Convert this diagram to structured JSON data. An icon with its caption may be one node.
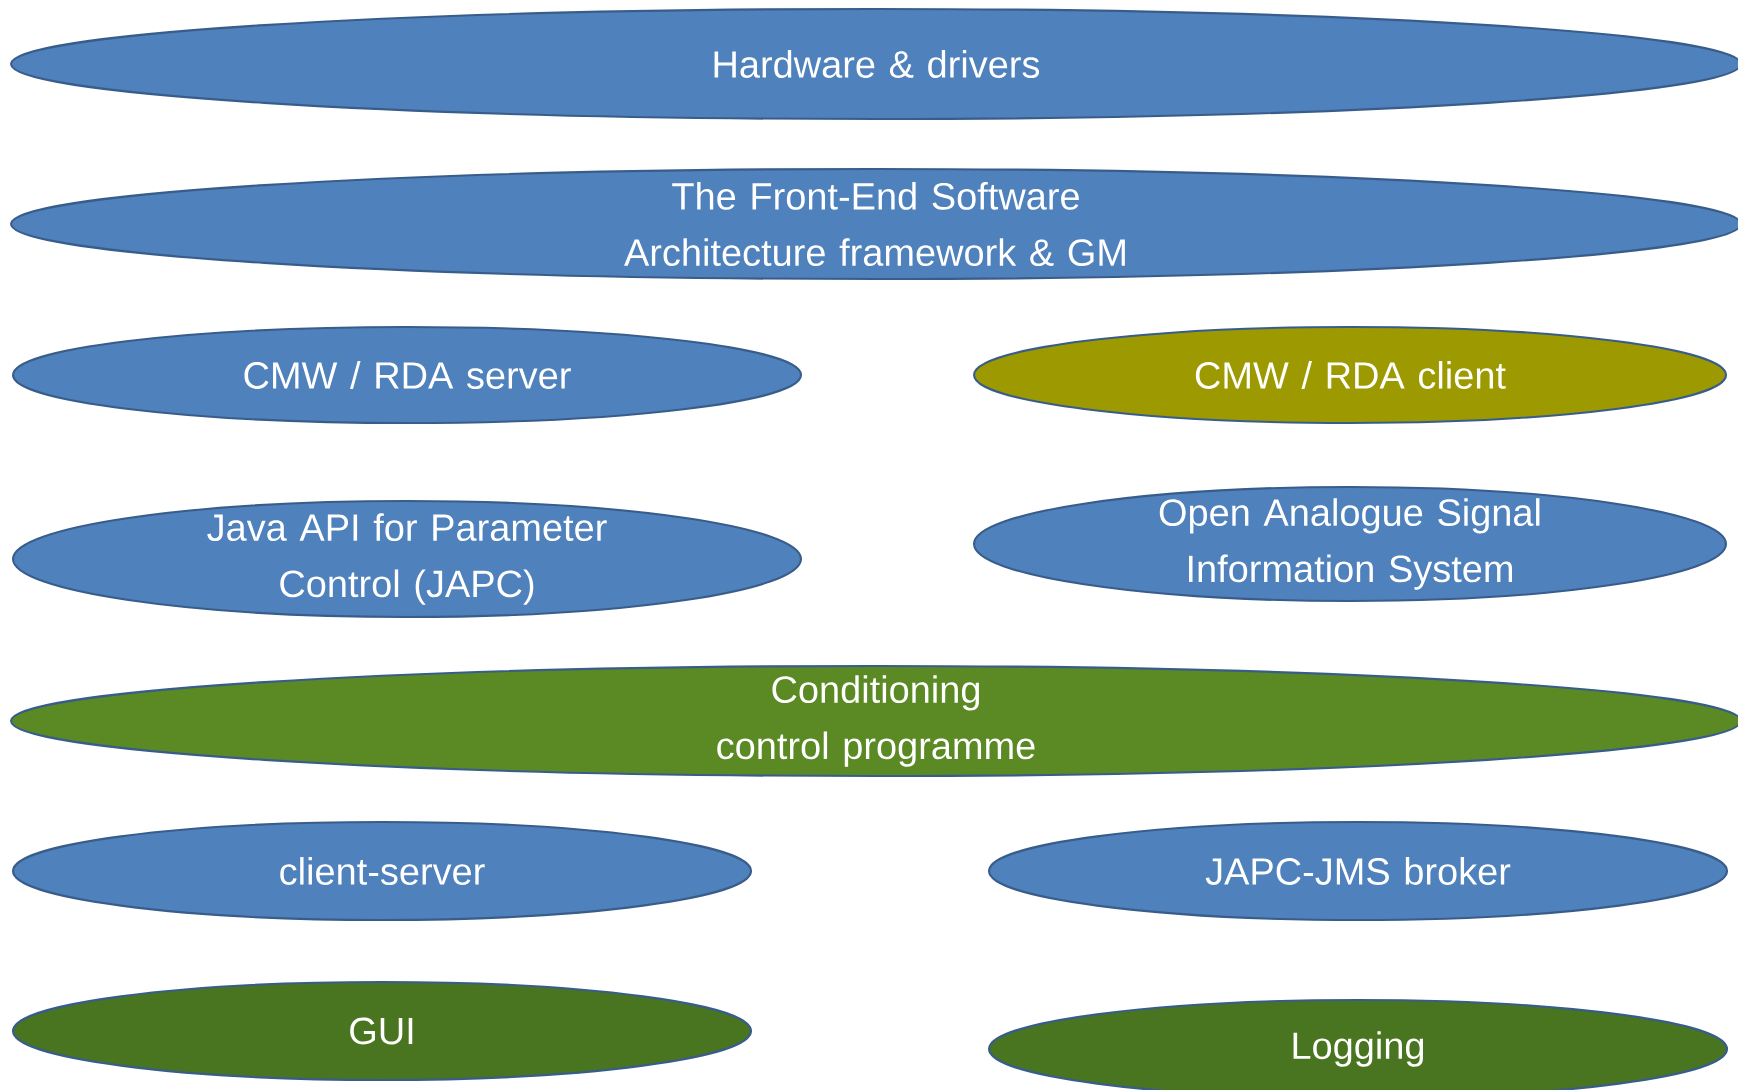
{
  "diagram": {
    "nodes": [
      {
        "text": [
          "Hardware & drivers"
        ]
      },
      {
        "text": [
          "The Front-End Software Architecture framework & GM"
        ]
      },
      {
        "text": [
          "CMW / RDA server"
        ]
      },
      {
        "text": [
          "CMW / RDA client"
        ]
      },
      {
        "text": [
          "Java API for Parameter Control (JAPC)"
        ]
      },
      {
        "text": [
          "Open Analogue Signal Information System"
        ]
      },
      {
        "text": [
          "Conditioning control programme"
        ]
      },
      {
        "text": [
          "client-server"
        ]
      },
      {
        "text": [
          "JAPC-JMS broker"
        ]
      },
      {
        "text": [
          "GUI"
        ]
      },
      {
        "text": [
          "Logging"
        ]
      }
    ]
  }
}
